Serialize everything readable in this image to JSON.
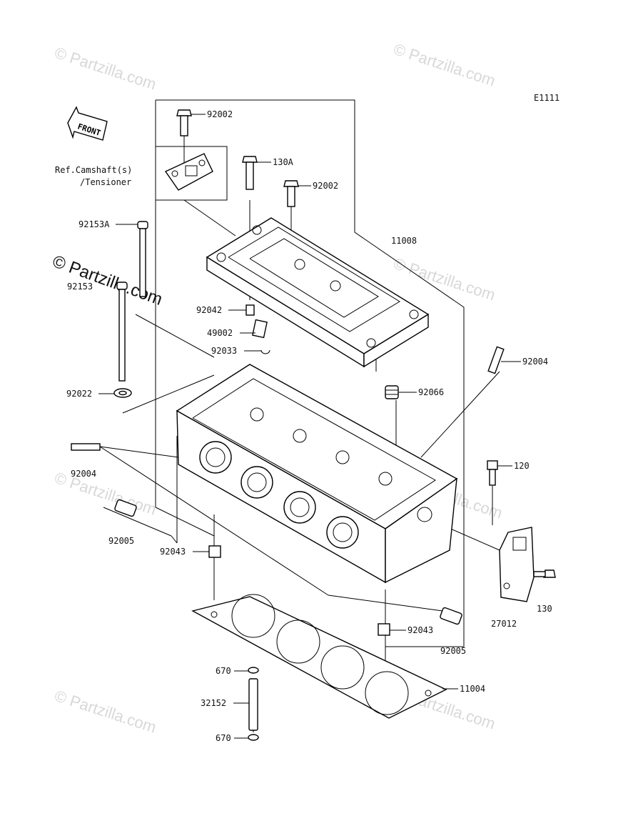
{
  "diagram_code": "E1111",
  "front_label": "FRONT",
  "ref_note": {
    "line1": "Ref.Camshaft(s)",
    "line2": "/Tensioner"
  },
  "watermark": "© Partzilla.com",
  "parts": {
    "p92002_top": "92002",
    "p130A": "130A",
    "p92002_mid": "92002",
    "p92153A": "92153A",
    "p92153": "92153",
    "p11008": "11008",
    "p92042": "92042",
    "p49002": "49002",
    "p92033": "92033",
    "p92004_right": "92004",
    "p92022": "92022",
    "p92066": "92066",
    "p92004_left": "92004",
    "p120": "120",
    "p92005_left": "92005",
    "p92043_left": "92043",
    "p130": "130",
    "p27012": "27012",
    "p92043_right": "92043",
    "p92005_right": "92005",
    "p670_top": "670",
    "p11004": "11004",
    "p32152": "32152",
    "p670_bottom": "670"
  }
}
